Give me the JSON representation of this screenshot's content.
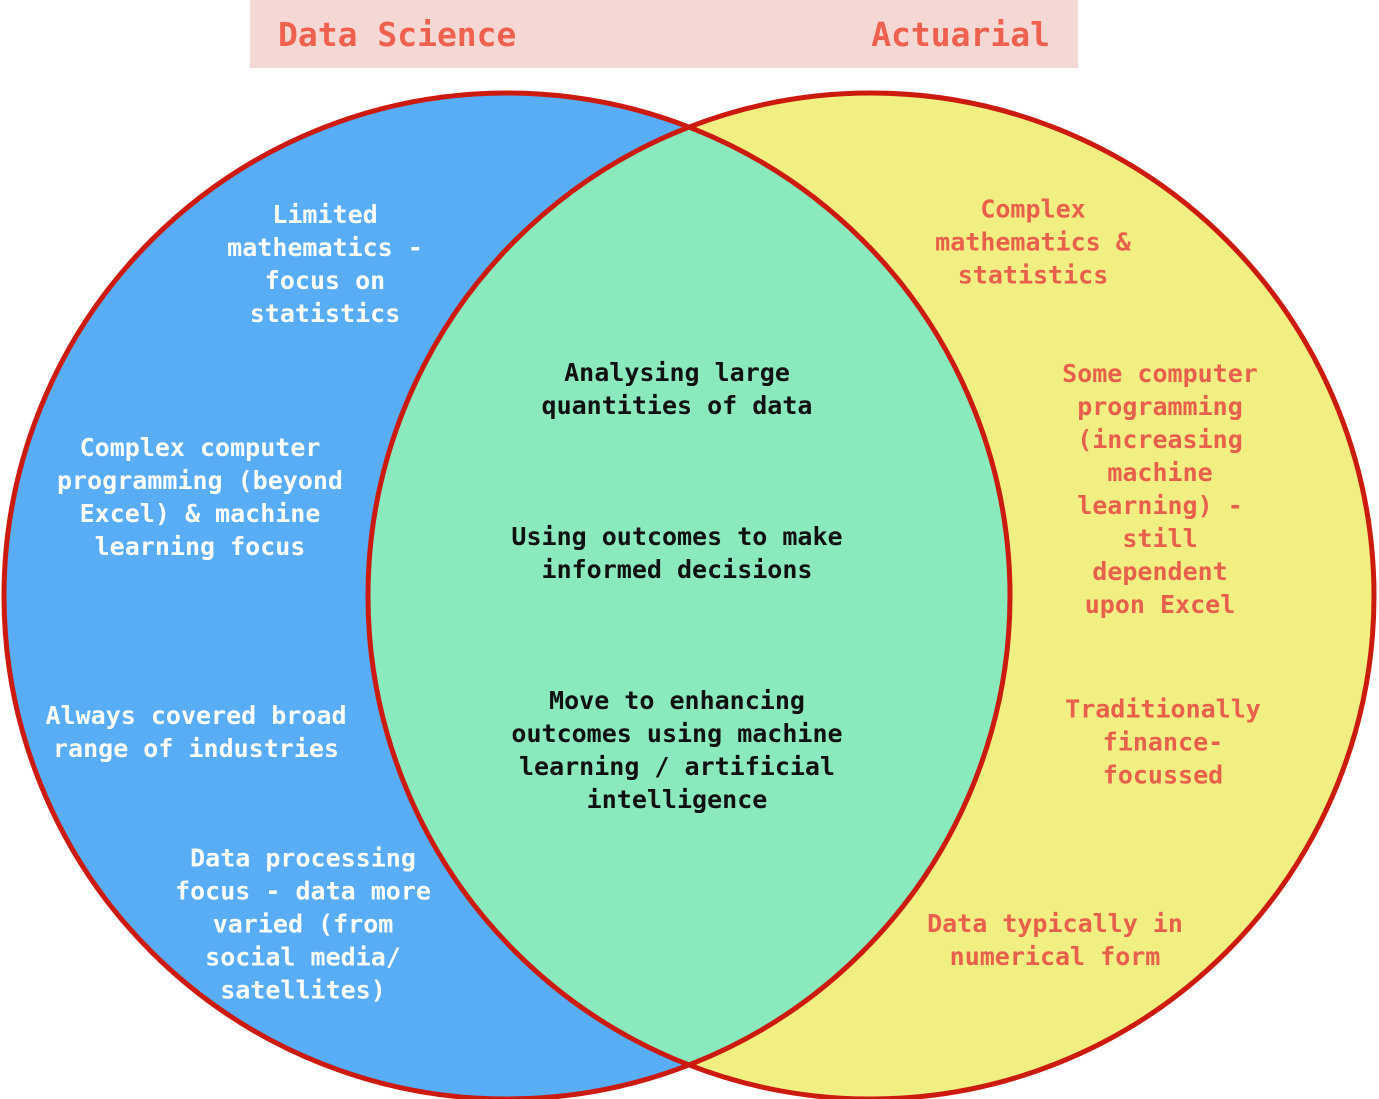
{
  "header": {
    "left_label": "Data Science",
    "right_label": "Actuarial",
    "background": "#f5d8d3",
    "text_color": "#ef614e"
  },
  "diagram": {
    "type": "venn",
    "stroke_color": "#cd1a0f",
    "left": {
      "title": "Data Science",
      "fill": "#58adf6",
      "text_color": "#ffffff",
      "items": [
        {
          "text": "Limited\nmathematics -\nfocus on\nstatistics"
        },
        {
          "text": "Complex computer\nprogramming (beyond\nExcel) & machine\nlearning focus"
        },
        {
          "text": "Always covered broad\nrange of industries"
        },
        {
          "text": "Data processing\nfocus - data more\nvaried (from\nsocial media/\nsatellites)"
        }
      ]
    },
    "overlap": {
      "fill": "#8ae9bd",
      "text_color": "#111111",
      "items": [
        {
          "text": "Analysing large\nquantities of data"
        },
        {
          "text": "Using outcomes to make\ninformed decisions"
        },
        {
          "text": "Move to enhancing\noutcomes using machine\nlearning / artificial\nintelligence"
        }
      ]
    },
    "right": {
      "title": "Actuarial",
      "fill": "#f1ee82",
      "text_color": "#e8604b",
      "items": [
        {
          "text": "Complex\nmathematics &\nstatistics"
        },
        {
          "text": "Some computer\nprogramming\n(increasing\nmachine\nlearning) -\nstill dependent\nupon Excel"
        },
        {
          "text": "Traditionally\nfinance-focussed"
        },
        {
          "text": "Data typically in\nnumerical form"
        }
      ]
    }
  }
}
